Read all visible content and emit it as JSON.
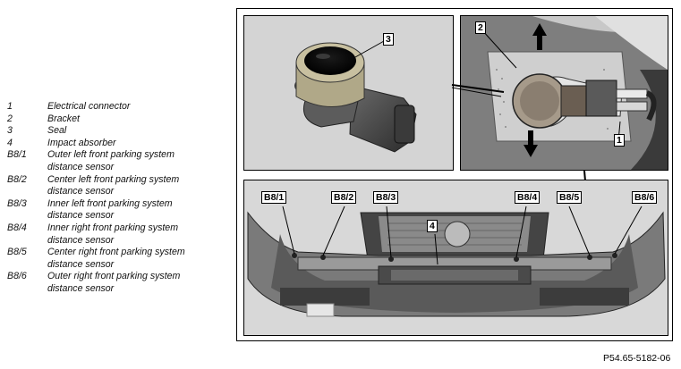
{
  "legend": [
    {
      "code": "1",
      "lines": [
        "Electrical connector"
      ]
    },
    {
      "code": "2",
      "lines": [
        "Bracket"
      ]
    },
    {
      "code": "3",
      "lines": [
        "Seal"
      ]
    },
    {
      "code": "4",
      "lines": [
        "Impact absorber"
      ]
    },
    {
      "code": "B8/1",
      "lines": [
        "Outer left front parking system",
        "distance sensor"
      ]
    },
    {
      "code": "B8/2",
      "lines": [
        "Center left front parking system",
        "distance sensor"
      ]
    },
    {
      "code": "B8/3",
      "lines": [
        "Inner left front parking system",
        "distance sensor"
      ]
    },
    {
      "code": "B8/4",
      "lines": [
        "Inner right front parking system",
        "distance sensor"
      ]
    },
    {
      "code": "B8/5",
      "lines": [
        "Center right front parking system",
        "distance sensor"
      ]
    },
    {
      "code": "B8/6",
      "lines": [
        "Outer right front parking system",
        "distance sensor"
      ]
    }
  ],
  "callouts": {
    "c3": "3",
    "c2": "2",
    "c1": "1",
    "c4": "4",
    "b81": "B8/1",
    "b82": "B8/2",
    "b83": "B8/3",
    "b84": "B8/4",
    "b85": "B8/5",
    "b86": "B8/6"
  },
  "reference": "P54.65-5182-06"
}
